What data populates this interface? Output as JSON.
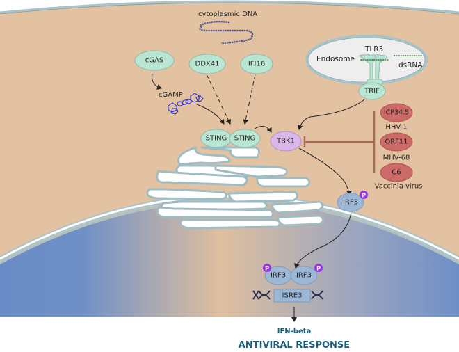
{
  "title": "Cytosolic DNA / dsRNA sensing pathway to antiviral response",
  "colors": {
    "cytoplasm": "#e3c2a2",
    "membrane": "#a9c4c9",
    "nucleus_edge": "#6a8cc6",
    "nucleus_center": "#dfbf9f",
    "sensor_fill": "#b9e6d3",
    "tbk1_fill": "#d9b7e8",
    "irf3_fill": "#9db8d6",
    "viral_fill": "#cc6a68",
    "phospho": "#9a33e0",
    "inhibit_line": "#a86a58",
    "output_text": "#1b5f7a"
  },
  "labels": {
    "cytoplasmic_dna": "cytoplasmic DNA",
    "cgas": "cGAS",
    "cgamp": "cGAMP",
    "ddx41": "DDX41",
    "ifi16": "IFI16",
    "sting_left": "STING",
    "sting_right": "STING",
    "tbk1": "TBK1",
    "endosome": "Endosome",
    "tlr3": "TLR3",
    "dsrna": "dsRNA",
    "trif": "TRIF",
    "irf3_cyto": "IRF3",
    "irf3_left": "IRF3",
    "irf3_right": "IRF3",
    "isre3": "ISRE3",
    "phospho": "P",
    "ifn_beta": "IFN-beta",
    "antiviral_response": "ANTIVIRAL RESPONSE"
  },
  "viral_inhibitors": [
    {
      "protein": "ICP34.5",
      "virus": "HHV-1"
    },
    {
      "protein": "ORF11",
      "virus": "MHV-68"
    },
    {
      "protein": "C6",
      "virus": "Vaccinia virus"
    }
  ]
}
